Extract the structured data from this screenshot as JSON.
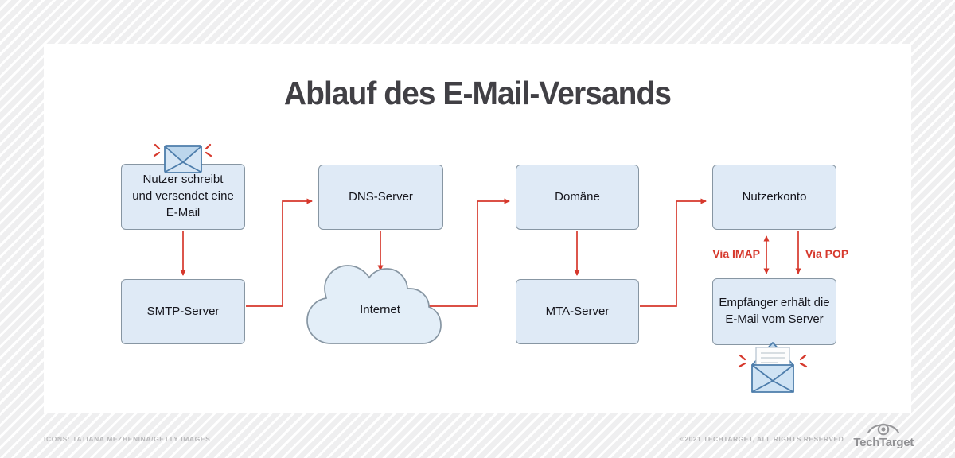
{
  "title": "Ablauf des E-Mail-Versands",
  "diagram": {
    "nodes": [
      {
        "id": "user-writes",
        "label": "Nutzer schreibt\nund versendet eine\nE-Mail"
      },
      {
        "id": "dns-server",
        "label": "DNS-Server"
      },
      {
        "id": "domain",
        "label": "Domäne"
      },
      {
        "id": "user-account",
        "label": "Nutzerkonto"
      },
      {
        "id": "smtp-server",
        "label": "SMTP-Server"
      },
      {
        "id": "internet",
        "label": "Internet"
      },
      {
        "id": "mta-server",
        "label": "MTA-Server"
      },
      {
        "id": "recipient",
        "label": "Empfänger erhält die\nE-Mail vom Server"
      }
    ],
    "edges": [
      {
        "from": "user-writes",
        "to": "smtp-server"
      },
      {
        "from": "smtp-server",
        "to": "dns-server"
      },
      {
        "from": "dns-server",
        "to": "internet"
      },
      {
        "from": "internet",
        "to": "domain"
      },
      {
        "from": "domain",
        "to": "mta-server"
      },
      {
        "from": "mta-server",
        "to": "user-account"
      },
      {
        "from": "user-account",
        "to": "recipient",
        "label": "Via IMAP",
        "bidirectional": true
      },
      {
        "from": "user-account",
        "to": "recipient",
        "label": "Via POP",
        "bidirectional": false
      }
    ],
    "edge_labels": {
      "imap": "Via IMAP",
      "pop": "Via POP"
    },
    "icons": [
      "closed-envelope-icon",
      "open-envelope-icon",
      "internet-cloud",
      "techtarget-eye-icon"
    ],
    "colors": {
      "arrow_red": "#d6382c",
      "box_fill": "#dfeaf6",
      "box_border": "#8796a3",
      "title": "#414045",
      "envelope_stroke": "#4d7dab"
    }
  },
  "footer": {
    "credit": "ICONS: TATIANA MEZHENINA/GETTY IMAGES",
    "copyright": "©2021 TECHTARGET, ALL RIGHTS RESERVED",
    "brand": "TechTarget"
  }
}
